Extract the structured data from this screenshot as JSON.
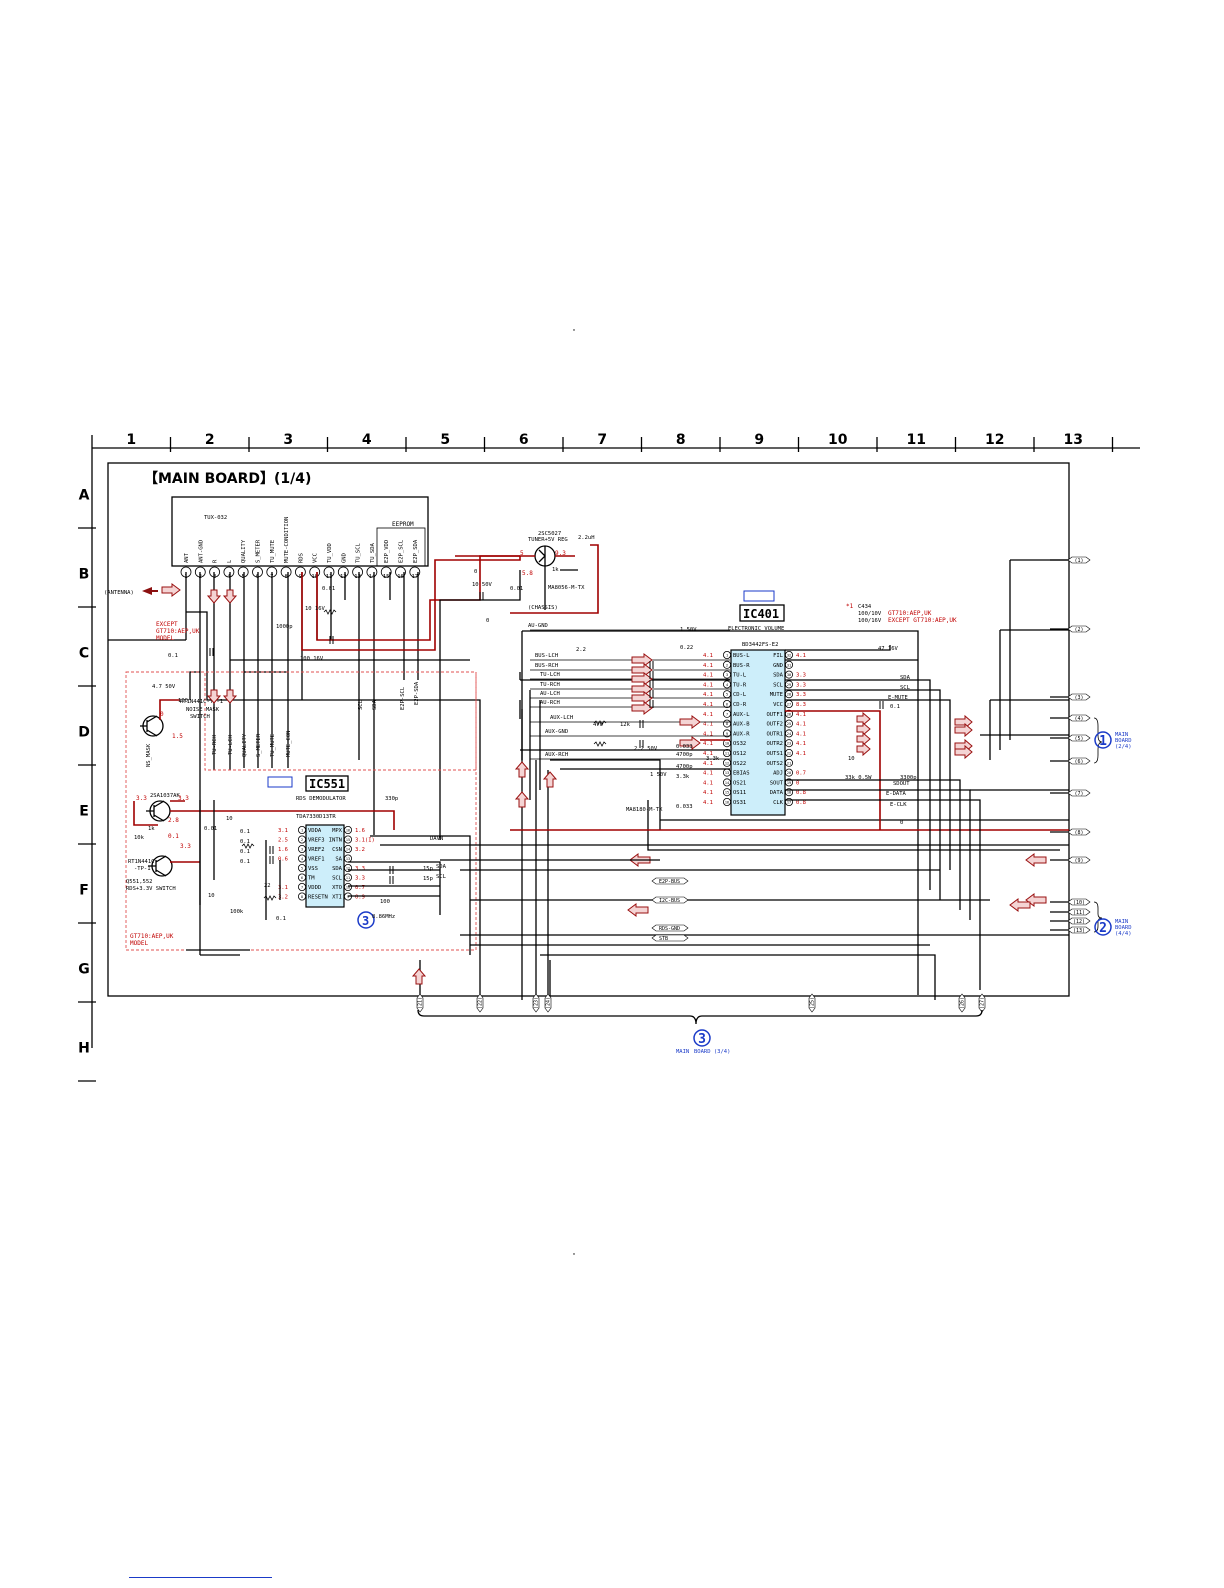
{
  "board_title": "【MAIN BOARD】(1/4)",
  "columns": [
    "1",
    "2",
    "3",
    "4",
    "5",
    "6",
    "7",
    "8",
    "9",
    "10",
    "11",
    "12",
    "13"
  ],
  "rows": [
    "A",
    "B",
    "C",
    "D",
    "E",
    "F",
    "G",
    "H"
  ],
  "tuner": {
    "part": "TUX-032",
    "eeprom_label": "EEPROM",
    "pins": [
      "ANT",
      "ANT-GND",
      "R",
      "L",
      "QUALITY",
      "S_METER",
      "TU_MUTE",
      "MUTE-CONDITION",
      "RDS",
      "VCC",
      "TU_VDD",
      "GND",
      "TU_SCL",
      "TU_SDA",
      "E2P_VDD",
      "E2P_SCL",
      "E2P_SDA"
    ]
  },
  "antenna": "(ANTENNA)",
  "regulator": {
    "part": "2SC5027",
    "desc": "TUNER+5V REG",
    "v1": "5",
    "v2": "9.3",
    "v3": "5.8",
    "inductor": "2.2uH",
    "res": "1k",
    "diode": "MA8056-M-TX",
    "chassis": "(CHASSIS)"
  },
  "except_note": [
    "EXCEPT",
    "GT710:AEP,UK",
    "MODEL"
  ],
  "gt710_note": [
    "GT710:AEP,UK",
    "MODEL"
  ],
  "q_noise": {
    "part": "RT1N441C-TP-1",
    "desc1": "NOISE MASK",
    "desc2": "SWITCH",
    "net": "NS_MASK",
    "v": "0",
    "v2": "1.5"
  },
  "ic551": {
    "ref": "IC551",
    "title": "RDS DEMODULATOR",
    "part": "TDA7330D13TR",
    "left_pins": [
      "VDDA",
      "VREF3",
      "VREF2",
      "VREF1",
      "VSS",
      "TM",
      "VDDD",
      "RESETN"
    ],
    "right_pins": [
      "MPX",
      "INTN",
      "CSN",
      "SA",
      "SDA",
      "SCL",
      "XTO",
      "XTI"
    ],
    "left_volts": [
      "3.1",
      "2.5",
      "1.6",
      "0.6",
      "",
      "",
      "3.1",
      "3.2"
    ],
    "right_volts": [
      "1.6",
      "3.1(I)",
      "3.2",
      "",
      "3.3",
      "3.3",
      "0.7",
      "0.9"
    ],
    "crystal": "8.86MHz",
    "marker": "3"
  },
  "q551": {
    "part": "2SA1037AK",
    "part2": "RT1N441C",
    "part2b": "-TP-1",
    "desc": "Q551,552",
    "desc2": "RDS+3.3V SWITCH",
    "v": [
      "3.3",
      "3.3",
      "2.8",
      "0.1",
      "3.3"
    ]
  },
  "ic401": {
    "ref": "IC401",
    "title": "ELECTRONIC VOLUME",
    "part": "BD3442FS-E2",
    "left_pins": [
      "BUS-L",
      "BUS-R",
      "TU-L",
      "TU-R",
      "CD-L",
      "CD-R",
      "AUX-L",
      "AUX-B",
      "AUX-R",
      "OS32",
      "OS12",
      "OS22",
      "EBIAS",
      "OS21",
      "OS11",
      "OS31"
    ],
    "right_pins": [
      "FIL",
      "GND",
      "SDA",
      "SCL",
      "MUTE",
      "VCC",
      "OUTF1",
      "OUTF2",
      "OUTR1",
      "OUTR2",
      "OUTS1",
      "OUTS2",
      "ADJ",
      "SOUT",
      "DATA",
      "CLK"
    ],
    "left_volts": [
      "4.1",
      "4.1",
      "4.1",
      "4.1",
      "4.1",
      "4.1",
      "4.1",
      "4.1",
      "4.1",
      "4.1",
      "4.1",
      "4.1",
      "4.1",
      "4.1",
      "4.1",
      "4.1"
    ],
    "right_volts": [
      "4.1",
      "",
      "3.3",
      "3.3",
      "3.3",
      "8.3",
      "4.1",
      "4.1",
      "4.1",
      "4.1",
      "4.1",
      "",
      "0.7",
      "0",
      "0.8",
      "0.8"
    ]
  },
  "c434_note": {
    "mark": "*1",
    "ref": "C434",
    "l1a": "100/10V",
    "l1b": "GT710:AEP,UK",
    "l2a": "100/16V",
    "l2b": "EXCEPT GT710:AEP,UK"
  },
  "nets_left": [
    "AU-GND",
    "BUS-LCH",
    "BUS-RCH",
    "TU-LCH",
    "TU-RCH",
    "AU-LCH",
    "AU-RCH",
    "AUX-LCH",
    "AUX-GND",
    "AUX-RCH"
  ],
  "nets_right": [
    "SDA",
    "SCL",
    "E-MUTE",
    "SDOUT",
    "E-DATA",
    "E-CLK",
    "DAVN",
    "SDA",
    "SCL"
  ],
  "tuner_side_nets": [
    "TU-RCH",
    "TU-LCH",
    "QUALITY",
    "S_METER",
    "TU_MUTE",
    "MUTE_CON",
    "SCL",
    "SDA",
    "E2P-SCL",
    "E2P-SDA"
  ],
  "bus_labels": [
    "E2P-BUS",
    "I2C-BUS",
    "RDS-GND",
    "STB"
  ],
  "conn_right": [
    "1",
    "2",
    "3",
    "4",
    "5",
    "6",
    "7",
    "8",
    "9",
    "10",
    "11",
    "12",
    "13"
  ],
  "conn_bottom": [
    "21",
    "22",
    "23",
    "24",
    "25",
    "26",
    "27"
  ],
  "boards": [
    {
      "num": "1",
      "l1": "MAIN",
      "l2": "BOARD",
      "l3": "(2/4)"
    },
    {
      "num": "2",
      "l1": "MAIN",
      "l2": "BOARD",
      "l3": "(4/4)"
    },
    {
      "num": "3",
      "l1": "MAIN",
      "l2": "BOARD (3/4)"
    }
  ],
  "components": [
    "0.1",
    "4.7 50V",
    "100",
    "0.01",
    "1000p",
    "10 16V",
    "100 16V",
    "10 50V",
    "0.01",
    "0",
    "0",
    "2.2",
    "1 50V",
    "0.22",
    "470",
    "12k",
    "2.2 50V",
    "1 50V",
    "0.033",
    "3.3k",
    "4700p",
    "4700p",
    "3.3k",
    "0.033",
    "MA8180-M-TX",
    "10",
    "33k 0.5W",
    "3300p",
    "0",
    "10",
    "1k",
    "10k",
    "0.01",
    "0.1",
    "0.1",
    "0.1",
    "0.1",
    "22",
    "10",
    "100k",
    "0.1",
    "15p",
    "15p",
    "100",
    "330p",
    "47 16V",
    "0.1"
  ],
  "colors": {
    "wire": "#000000",
    "red_wire": "#a00000",
    "dashed": "#e05050",
    "arrow_fill": "#f4d4d4",
    "label_red": "#c00000",
    "blue": "#1a3ac8"
  }
}
